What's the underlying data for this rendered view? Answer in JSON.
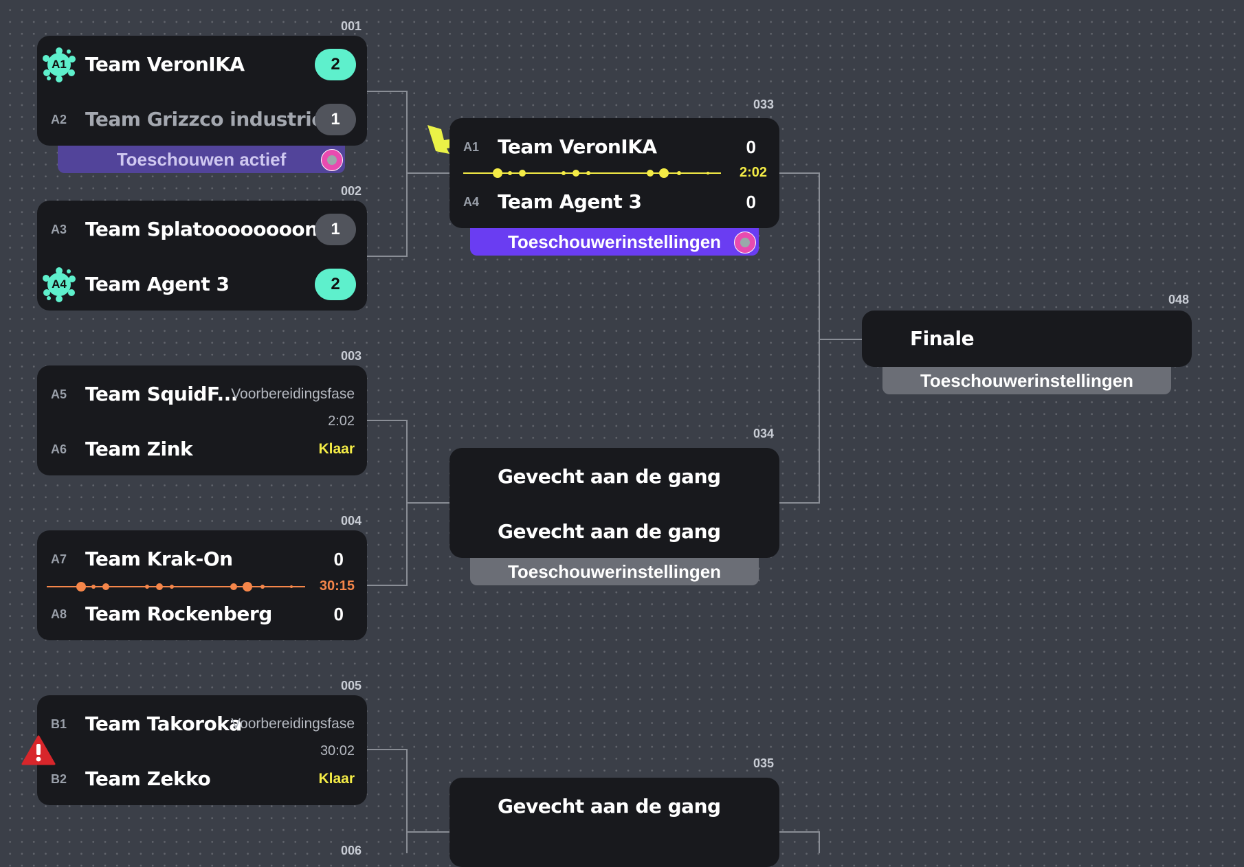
{
  "colors": {
    "win": "#5ef0cc",
    "yellow": "#f4ec46",
    "orange": "#f5864a",
    "purple": "#6a3df2"
  },
  "matches": {
    "m001": {
      "number": "001",
      "team1": {
        "seed": "A1",
        "name": "Team VeronIKA",
        "score": "2"
      },
      "team2": {
        "seed": "A2",
        "name": "Team Grizzco industries",
        "score": "1"
      },
      "tab": "Toeschouwen actief"
    },
    "m002": {
      "number": "002",
      "team1": {
        "seed": "A3",
        "name": "Team Splatoooooooon!!",
        "score": "1"
      },
      "team2": {
        "seed": "A4",
        "name": "Team Agent 3",
        "score": "2"
      }
    },
    "m003": {
      "number": "003",
      "team1": {
        "seed": "A5",
        "name": "Team SquidF...",
        "status": "Voorbereidingsfase"
      },
      "timer": "2:02",
      "team2": {
        "seed": "A6",
        "name": "Team Zink",
        "status": "Klaar"
      }
    },
    "m004": {
      "number": "004",
      "team1": {
        "seed": "A7",
        "name": "Team Krak-On",
        "score": "0"
      },
      "timer": "30:15",
      "team2": {
        "seed": "A8",
        "name": "Team Rockenberg",
        "score": "0"
      }
    },
    "m005": {
      "number": "005",
      "team1": {
        "seed": "B1",
        "name": "Team Takoroka",
        "status": "Voorbereidingsfase"
      },
      "timer": "30:02",
      "team2": {
        "seed": "B2",
        "name": "Team Zekko",
        "status": "Klaar"
      }
    },
    "m006": {
      "number": "006"
    },
    "m033": {
      "number": "033",
      "team1": {
        "seed": "A1",
        "name": "Team VeronIKA",
        "score": "0"
      },
      "timer": "2:02",
      "team2": {
        "seed": "A4",
        "name": "Team Agent 3",
        "score": "0"
      },
      "tab": "Toeschouwerinstellingen"
    },
    "m034": {
      "number": "034",
      "team1": {
        "name": "Gevecht aan de gang"
      },
      "team2": {
        "name": "Gevecht aan de gang"
      },
      "tab": "Toeschouwerinstellingen"
    },
    "m035": {
      "number": "035",
      "team1": {
        "name": "Gevecht aan de gang"
      }
    },
    "m048": {
      "number": "048",
      "title": "Finale",
      "tab": "Toeschouwerinstellingen"
    }
  }
}
